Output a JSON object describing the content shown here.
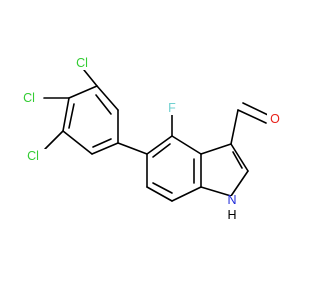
{
  "molecule": {
    "atom_labels": {
      "cl_top": "Cl",
      "cl_mid": "Cl",
      "cl_low": "Cl",
      "fluorine": "F",
      "oxygen": "O",
      "nitrogen": "N",
      "hydrogen": "H"
    },
    "colors": {
      "bond": "#000000",
      "chlorine": "#33cc33",
      "fluorine": "#70d0d0",
      "oxygen": "#e8211a",
      "nitrogen": "#1f2ad8",
      "background": "#ffffff"
    }
  }
}
